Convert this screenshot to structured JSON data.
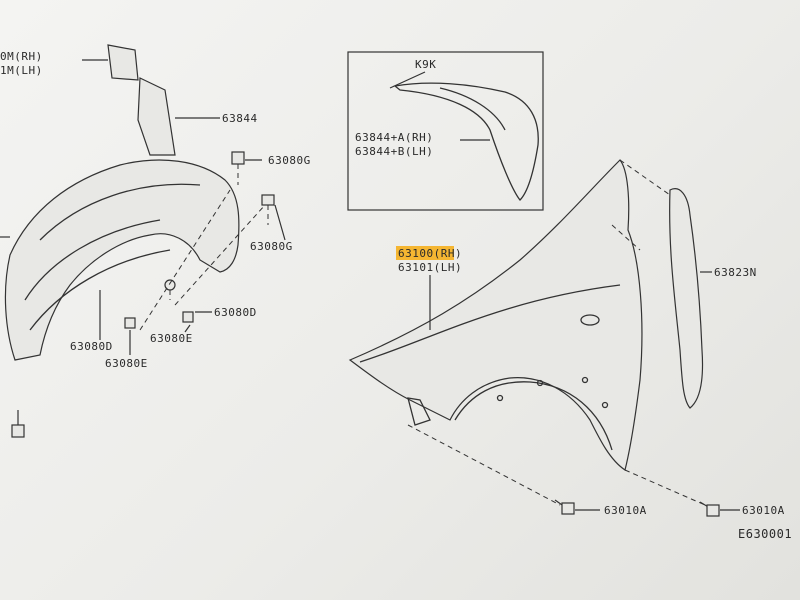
{
  "diagram": {
    "callouts": [
      {
        "id": "c1",
        "text": "0M(RH)"
      },
      {
        "id": "c2",
        "text": "1M(LH)"
      },
      {
        "id": "c3",
        "text": "63844"
      },
      {
        "id": "c4",
        "text": "63080G"
      },
      {
        "id": "c5",
        "text": "63080G"
      },
      {
        "id": "c6",
        "text": "63080D"
      },
      {
        "id": "c7",
        "text": "63080D"
      },
      {
        "id": "c8",
        "text": "63080E"
      },
      {
        "id": "c9",
        "text": "63080E"
      },
      {
        "id": "c10",
        "text": "K9K"
      },
      {
        "id": "c11",
        "text": "63844+A(RH)"
      },
      {
        "id": "c12",
        "text": "63844+B(LH)"
      },
      {
        "id": "c13",
        "text": "63100(RH)"
      },
      {
        "id": "c14",
        "text": "63101(LH)"
      },
      {
        "id": "c15",
        "text": "63823N"
      },
      {
        "id": "c16",
        "text": "63010A"
      },
      {
        "id": "c17",
        "text": "63010A"
      },
      {
        "id": "c18",
        "text": "E630001"
      }
    ],
    "highlight_color": "#f5b632"
  }
}
